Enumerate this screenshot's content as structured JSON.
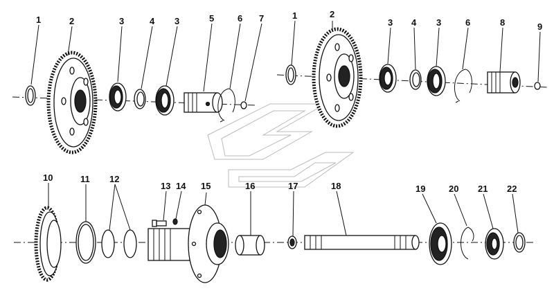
{
  "callouts": {
    "top_left": [
      "1",
      "2",
      "3",
      "4",
      "3",
      "5",
      "6",
      "7"
    ],
    "top_right": [
      "1",
      "2",
      "3",
      "4",
      "3",
      "6",
      "8",
      "9"
    ],
    "bottom": [
      "10",
      "11",
      "12",
      "13",
      "14",
      "15",
      "16",
      "17",
      "18",
      "19",
      "20",
      "21",
      "22"
    ]
  }
}
